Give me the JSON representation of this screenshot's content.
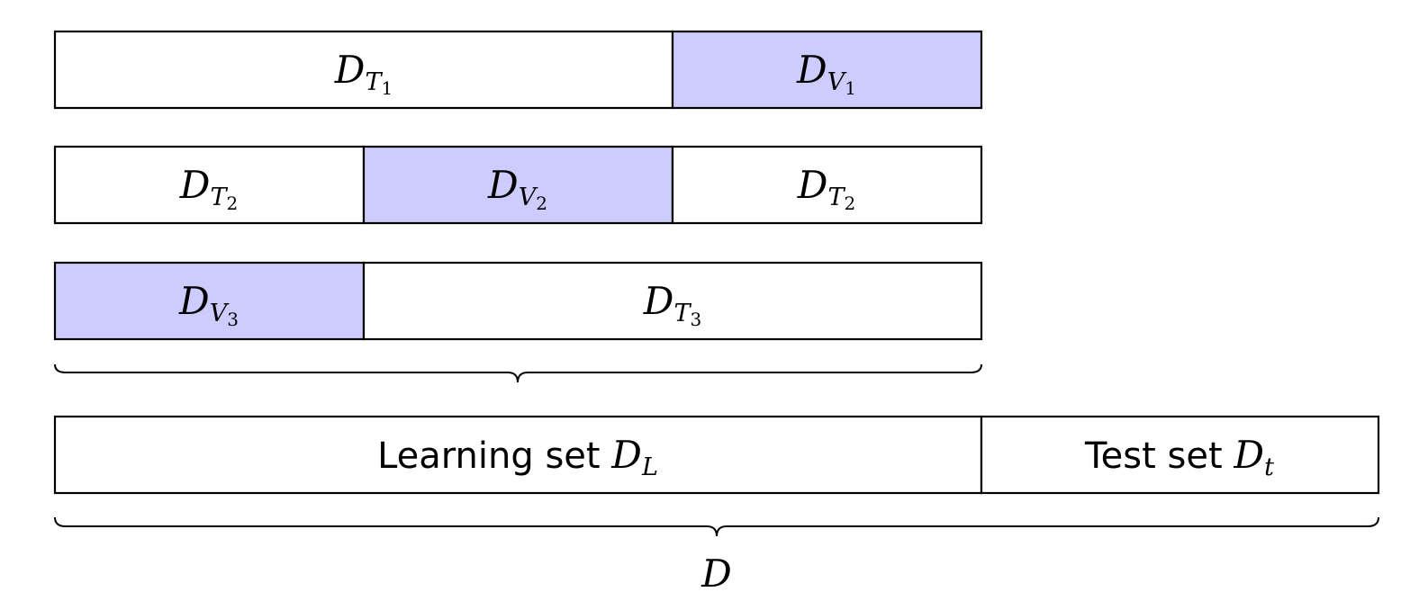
{
  "colors": {
    "training": "#ffffff",
    "validation": "#ccccff",
    "stroke": "#000000"
  },
  "folds": [
    {
      "cells": [
        {
          "kind": "training",
          "symbol": "D",
          "sub": "T",
          "subsub": "1"
        },
        {
          "kind": "validation",
          "symbol": "D",
          "sub": "V",
          "subsub": "1"
        }
      ]
    },
    {
      "cells": [
        {
          "kind": "training",
          "symbol": "D",
          "sub": "T",
          "subsub": "2"
        },
        {
          "kind": "validation",
          "symbol": "D",
          "sub": "V",
          "subsub": "2"
        },
        {
          "kind": "training",
          "symbol": "D",
          "sub": "T",
          "subsub": "2"
        }
      ]
    },
    {
      "cells": [
        {
          "kind": "validation",
          "symbol": "D",
          "sub": "V",
          "subsub": "3"
        },
        {
          "kind": "training",
          "symbol": "D",
          "sub": "T",
          "subsub": "3"
        }
      ]
    }
  ],
  "split": {
    "learning": {
      "prefix": "Learning set ",
      "symbol": "D",
      "sub": "L"
    },
    "test": {
      "prefix": "Test set ",
      "symbol": "D",
      "sub": "t"
    }
  },
  "whole": {
    "symbol": "D"
  }
}
